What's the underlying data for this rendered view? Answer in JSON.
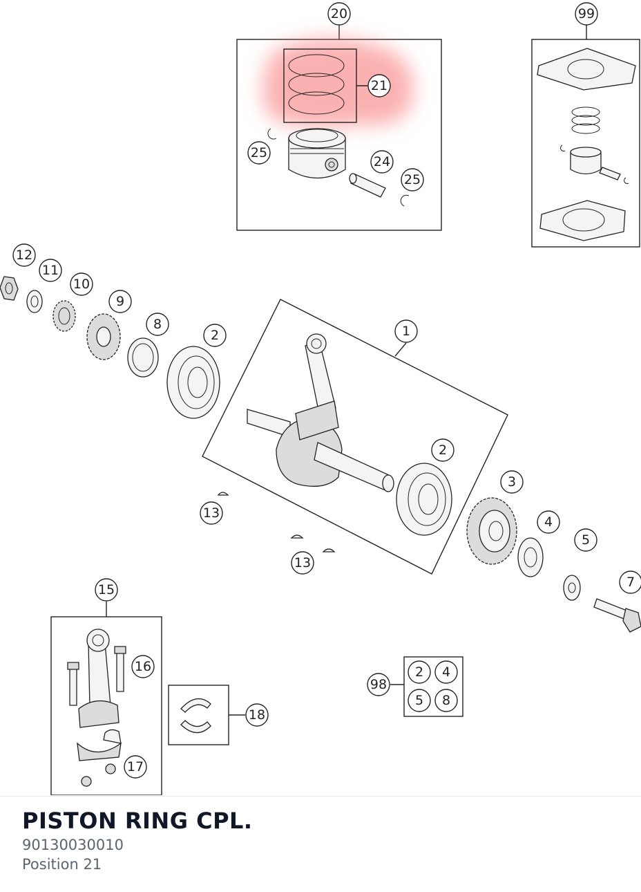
{
  "diagram": {
    "highlight_color": "#f87171",
    "callouts": {
      "c1": "1",
      "c2a": "2",
      "c2b": "2",
      "c3": "3",
      "c4": "4",
      "c5": "5",
      "c7": "7",
      "c8": "8",
      "c9": "9",
      "c10": "10",
      "c11": "11",
      "c12": "12",
      "c13a": "13",
      "c13b": "13",
      "c15": "15",
      "c16": "16",
      "c17": "17",
      "c18": "18",
      "c20": "20",
      "c21": "21",
      "c24": "24",
      "c25a": "25",
      "c25b": "25",
      "c98": "98",
      "c99": "99"
    },
    "kit98": [
      "2",
      "4",
      "5",
      "8"
    ]
  },
  "part": {
    "name": "PISTON RING CPL.",
    "number": "90130030010",
    "position": "Position 21"
  }
}
